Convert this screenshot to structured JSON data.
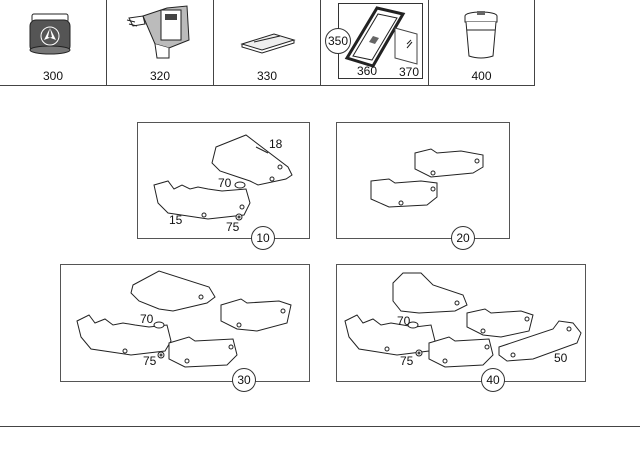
{
  "top_row": {
    "items": [
      {
        "label": "300",
        "icon": "air-freshener-icon"
      },
      {
        "label": "320",
        "icon": "seat-holder-icon"
      },
      {
        "label": "330",
        "icon": "cloth-icon"
      },
      {
        "label": "350",
        "icon": "screen-protector-icon",
        "sublabels": [
          "360",
          "370"
        ]
      },
      {
        "label": "400",
        "icon": "cup-icon"
      }
    ]
  },
  "panels": [
    {
      "label": "10",
      "callouts": [
        "18",
        "70",
        "15",
        "75"
      ]
    },
    {
      "label": "20",
      "callouts": []
    },
    {
      "label": "30",
      "callouts": [
        "70",
        "75"
      ]
    },
    {
      "label": "40",
      "callouts": [
        "70",
        "75",
        "50"
      ]
    }
  ]
}
